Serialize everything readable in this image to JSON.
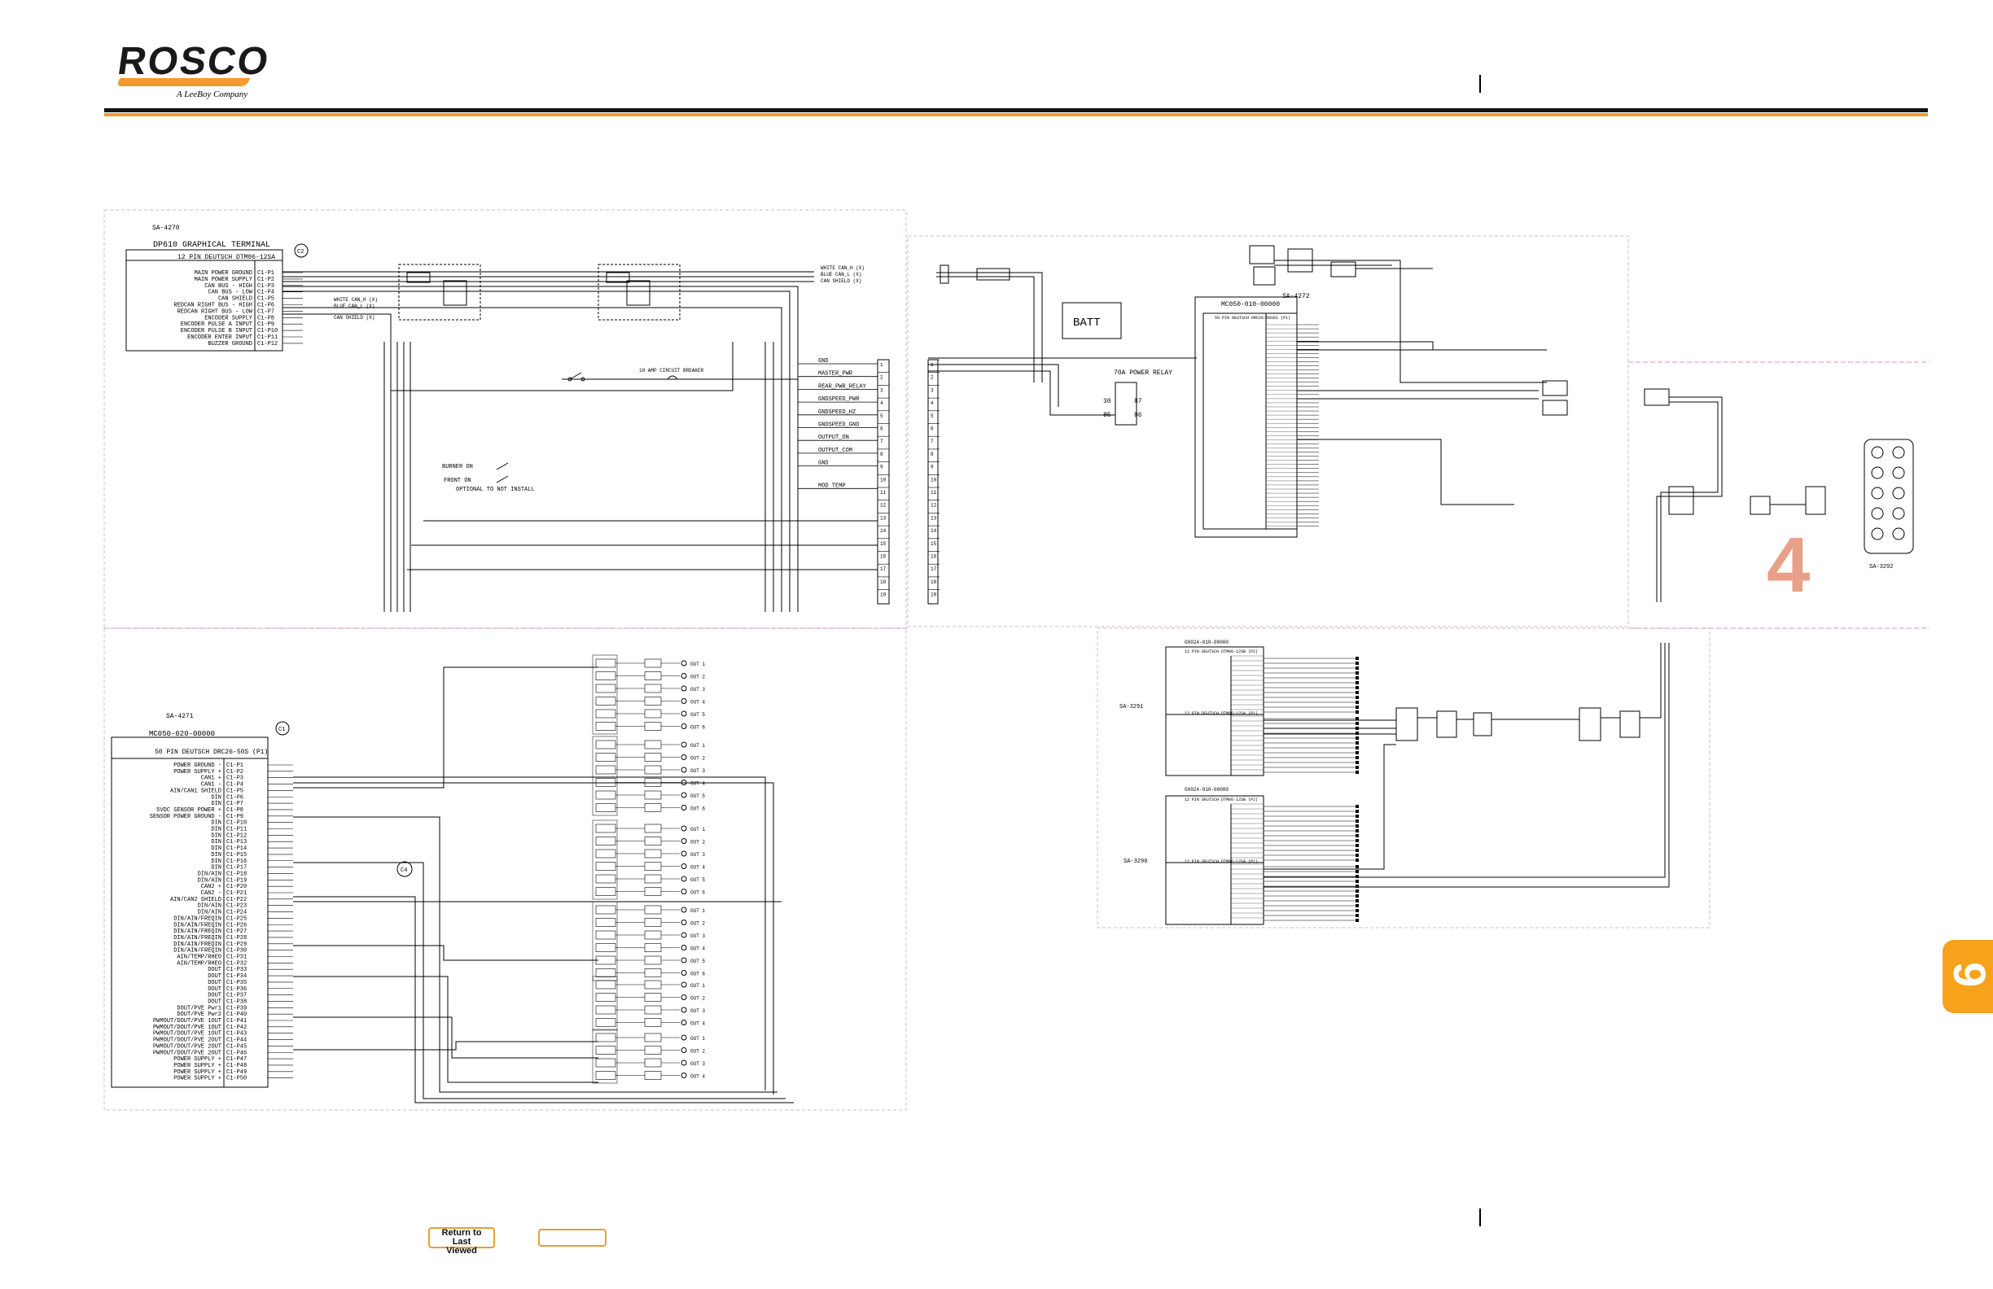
{
  "brand": {
    "name": "ROSCO",
    "tagline": "A LeeBoy Company"
  },
  "page": {
    "section_number": "4",
    "tab_number": "9"
  },
  "buttons": {
    "return_label": "Return to Last Viewed",
    "blank_label": ""
  },
  "diagram": {
    "terminal": {
      "ref": "SA-4270",
      "title": "DP610 GRAPHICAL TERMINAL",
      "connector": "12 PIN DEUTSCH DTM06-12SA",
      "callout": "C2",
      "pins": [
        {
          "name": "MAIN POWER GROUND",
          "pin": "C1-P1"
        },
        {
          "name": "MAIN POWER SUPPLY",
          "pin": "C1-P2"
        },
        {
          "name": "CAN BUS - HIGH",
          "pin": "C1-P3"
        },
        {
          "name": "CAN BUS - LOW",
          "pin": "C1-P4"
        },
        {
          "name": "CAN SHIELD",
          "pin": "C1-P5"
        },
        {
          "name": "REDCAN RIGHT BUS - HIGH",
          "pin": "C1-P6"
        },
        {
          "name": "REDCAN RIGHT BUS - LOW",
          "pin": "C1-P7"
        },
        {
          "name": "ENCODER SUPPLY",
          "pin": "C1-P8"
        },
        {
          "name": "ENCODER PULSE A INPUT",
          "pin": "C1-P9"
        },
        {
          "name": "ENCODER PULSE B INPUT",
          "pin": "C1-P10"
        },
        {
          "name": "ENCODER ENTER INPUT",
          "pin": "C1-P11"
        },
        {
          "name": "BUZZER GROUND",
          "pin": "C1-P12"
        }
      ],
      "wires": [
        "WHITE CAN_H (X)",
        "BLUE CAN_L (X)",
        "CAN SHIELD (X)"
      ]
    },
    "top_left_signals": [
      "GND",
      "MASTER_PWR",
      "REAR_PWR_RELAY",
      "GNDSPEED_PWR",
      "GNDSPEED_HZ",
      "GNDSPEED_GND",
      "OUTPUT_ON",
      "OUTPUT_COM",
      "GND",
      "MOD TEMP"
    ],
    "breaker_label": "10 AMP CIRCUIT BREAKER",
    "switch_labels": [
      "BURNER ON",
      "FRONT ON"
    ],
    "optional_note": "OPTIONAL TO NOT INSTALL",
    "controller_left": {
      "ref": "SA-4271",
      "part": "MC050-020-00000",
      "connector": "50 PIN DEUTSCH DRC26-50S (P1)",
      "callout": "C1",
      "callout2": "C4",
      "pins": [
        {
          "name": "POWER GROUND -",
          "pin": "C1-P1"
        },
        {
          "name": "POWER SUPPLY +",
          "pin": "C1-P2"
        },
        {
          "name": "CAN1 +",
          "pin": "C1-P3"
        },
        {
          "name": "CAN1 -",
          "pin": "C1-P4"
        },
        {
          "name": "AIN/CAN1 SHIELD",
          "pin": "C1-P5"
        },
        {
          "name": "DIN",
          "pin": "C1-P6"
        },
        {
          "name": "DIN",
          "pin": "C1-P7"
        },
        {
          "name": "5VDC SENSOR POWER +",
          "pin": "C1-P8"
        },
        {
          "name": "SENSOR POWER GROUND -",
          "pin": "C1-P9"
        },
        {
          "name": "DIN",
          "pin": "C1-P10"
        },
        {
          "name": "DIN",
          "pin": "C1-P11"
        },
        {
          "name": "DIN",
          "pin": "C1-P12"
        },
        {
          "name": "DIN",
          "pin": "C1-P13"
        },
        {
          "name": "DIN",
          "pin": "C1-P14"
        },
        {
          "name": "DIN",
          "pin": "C1-P15"
        },
        {
          "name": "DIN",
          "pin": "C1-P16"
        },
        {
          "name": "DIN",
          "pin": "C1-P17"
        },
        {
          "name": "DIN/AIN",
          "pin": "C1-P18"
        },
        {
          "name": "DIN/AIN",
          "pin": "C1-P19"
        },
        {
          "name": "CAN2 +",
          "pin": "C1-P20"
        },
        {
          "name": "CAN2 -",
          "pin": "C1-P21"
        },
        {
          "name": "AIN/CAN2 SHIELD",
          "pin": "C1-P22"
        },
        {
          "name": "DIN/AIN",
          "pin": "C1-P23"
        },
        {
          "name": "DIN/AIN",
          "pin": "C1-P24"
        },
        {
          "name": "DIN/AIN/FREQIN",
          "pin": "C1-P25"
        },
        {
          "name": "DIN/AIN/FREQIN",
          "pin": "C1-P26"
        },
        {
          "name": "DIN/AIN/FREQIN",
          "pin": "C1-P27"
        },
        {
          "name": "DIN/AIN/FREQIN",
          "pin": "C1-P28"
        },
        {
          "name": "DIN/AIN/FREQIN",
          "pin": "C1-P29"
        },
        {
          "name": "DIN/AIN/FREQIN",
          "pin": "C1-P30"
        },
        {
          "name": "AIN/TEMP/RHEO",
          "pin": "C1-P31"
        },
        {
          "name": "AIN/TEMP/RHEO",
          "pin": "C1-P32"
        },
        {
          "name": "DOUT",
          "pin": "C1-P33"
        },
        {
          "name": "DOUT",
          "pin": "C1-P34"
        },
        {
          "name": "DOUT",
          "pin": "C1-P35"
        },
        {
          "name": "DOUT",
          "pin": "C1-P36"
        },
        {
          "name": "DOUT",
          "pin": "C1-P37"
        },
        {
          "name": "DOUT",
          "pin": "C1-P38"
        },
        {
          "name": "DOUT/PVE Pwr1",
          "pin": "C1-P39"
        },
        {
          "name": "DOUT/PVE Pwr2",
          "pin": "C1-P40"
        },
        {
          "name": "PWMOUT/DOUT/PVE 1OUT",
          "pin": "C1-P41"
        },
        {
          "name": "PWMOUT/DOUT/PVE 1OUT",
          "pin": "C1-P42"
        },
        {
          "name": "PWMOUT/DOUT/PVE 1OUT",
          "pin": "C1-P43"
        },
        {
          "name": "PWMOUT/DOUT/PVE 2OUT",
          "pin": "C1-P44"
        },
        {
          "name": "PWMOUT/DOUT/PVE 2OUT",
          "pin": "C1-P45"
        },
        {
          "name": "PWMOUT/DOUT/PVE 2OUT",
          "pin": "C1-P46"
        },
        {
          "name": "POWER SUPPLY +",
          "pin": "C1-P47"
        },
        {
          "name": "POWER SUPPLY +",
          "pin": "C1-P48"
        },
        {
          "name": "POWER SUPPLY +",
          "pin": "C1-P49"
        },
        {
          "name": "POWER SUPPLY +",
          "pin": "C1-P50"
        }
      ]
    },
    "outputs": [
      "OUT 1",
      "OUT 2",
      "OUT 3",
      "OUT 4",
      "OUT 5",
      "OUT 6"
    ],
    "battery": {
      "label": "BATT"
    },
    "relay": {
      "label": "70A POWER RELAY",
      "pins": [
        "30",
        "87",
        "85",
        "86"
      ]
    },
    "controller_center": {
      "ref": "SA-4272",
      "part": "MC050-010-00000",
      "connector": "50 PIN DEUTSCH DRC26-50S01 (P1)"
    },
    "io_modules": [
      {
        "ref": "SA-3291",
        "part": "OX024-010-00000",
        "connector": "12 PIN DEUTSCH DTM06-12SB (P2)",
        "connector2": "12 PIN DEUTSCH DTM06-12SA (P1)"
      },
      {
        "ref": "SA-3290",
        "part": "OX024-010-00000",
        "connector": "12 PIN DEUTSCH DTM06-12SB (P2)",
        "connector2": "12 PIN DEUTSCH DTM06-12SA (P1)"
      }
    ],
    "keypad": {
      "ref": "SA-3292"
    }
  }
}
